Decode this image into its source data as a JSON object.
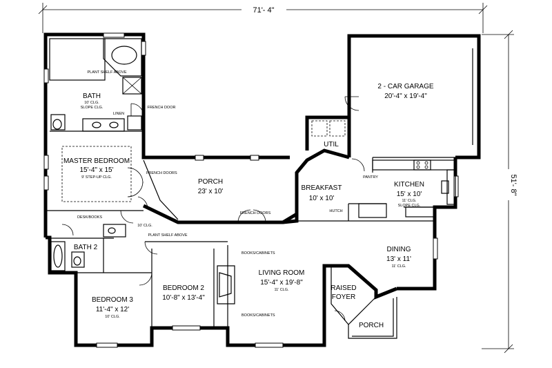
{
  "dimensions": {
    "width": "71'- 4\"",
    "depth": "51'- 8\""
  },
  "rooms": {
    "garage": {
      "name": "2 - CAR GARAGE",
      "size": "20'-4\" x 19'-4\""
    },
    "master_bath": {
      "name": "BATH",
      "note1": "10' CLG.",
      "note2": "SLOPE CLG."
    },
    "master_bedroom": {
      "name": "MASTER BEDROOM",
      "size": "15'-4\" x 15'",
      "note": "9' STEP-UP CLG."
    },
    "porch": {
      "name": "PORCH",
      "size": "23' x 10'"
    },
    "breakfast": {
      "name": "BREAKFAST",
      "size": "10' x 10'"
    },
    "kitchen": {
      "name": "KITCHEN",
      "size": "15' x 10'",
      "note1": "11' CLG.",
      "note2": "SLOPE CLG."
    },
    "util": {
      "name": "UTIL"
    },
    "dining": {
      "name": "DINING",
      "size": "13' x 11'",
      "note": "11' CLG."
    },
    "living": {
      "name": "LIVING ROOM",
      "size": "15'-4\" x 19'-8\"",
      "note": "11' CLG."
    },
    "bedroom2": {
      "name": "BEDROOM 2",
      "size": "10'-8\" x 13'-4\""
    },
    "bedroom3": {
      "name": "BEDROOM 3",
      "size": "11'-4\" x 12'",
      "note": "10' CLG."
    },
    "bath2": {
      "name": "BATH 2"
    },
    "foyer": {
      "name1": "RAISED",
      "name2": "FOYER"
    },
    "front_porch": {
      "name": "PORCH"
    }
  },
  "notes": {
    "plant_shelf_top": "PLANT SHELF ABOVE",
    "plant_shelf_hall": "PLANT SHELF ABOVE",
    "linen": "LINEN",
    "french_door": "FRENCH DOOR",
    "french_doors_master": "FRENCH DOORS",
    "french_doors_porch": "FRENCH DOORS",
    "desk_books": "DESK/BOOKS",
    "hall_clg": "10' CLG.",
    "pantry": "PANTRY",
    "hutch": "HUTCH",
    "books_top": "BOOKS/CABINETS",
    "books_bottom": "BOOKS/CABINETS"
  }
}
